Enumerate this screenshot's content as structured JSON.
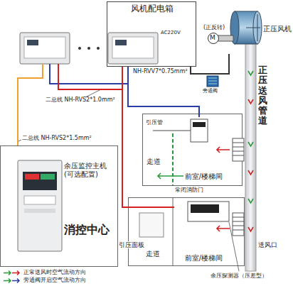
{
  "diagram": {
    "nodes": [
      {
        "text": [
          "风机配电箱"
        ]
      },
      {
        "text": [
          "正压风机"
        ]
      },
      {
        "text": [
          "正压送风管道"
        ]
      },
      {
        "text": [
          "消控中心"
        ]
      },
      {
        "text": [
          "余压监控主机 (可选配置)"
        ],
        "in": 3
      },
      {
        "text": [
          "走道"
        ]
      },
      {
        "text": [
          "前室/楼梯间"
        ]
      },
      {
        "text": [
          "走道"
        ]
      },
      {
        "text": [
          "前室/楼梯间"
        ]
      }
    ],
    "edges": [
      {
        "from": 0,
        "to": 1,
        "arrow": "none",
        "label": "NH-RVV7*0.75mm²"
      },
      {
        "from": 0,
        "to": 6,
        "arrow": "none"
      },
      {
        "from": 0,
        "to": 8,
        "arrow": "none"
      }
    ],
    "labels": [
      "AC220V",
      "(正反转)",
      "M",
      "旁通阀",
      "二总线 NH-RVS2*1.0mm²",
      "二总线 NH-RVS2*1.5mm²",
      "引压管",
      "常闭消防门",
      "引压面板",
      "送风口",
      "余压探测器（压差型）"
    ],
    "legend": [
      {
        "text": "正常送风时空气流动方向"
      },
      {
        "text": "旁通阀开启空气流动方向"
      }
    ]
  }
}
